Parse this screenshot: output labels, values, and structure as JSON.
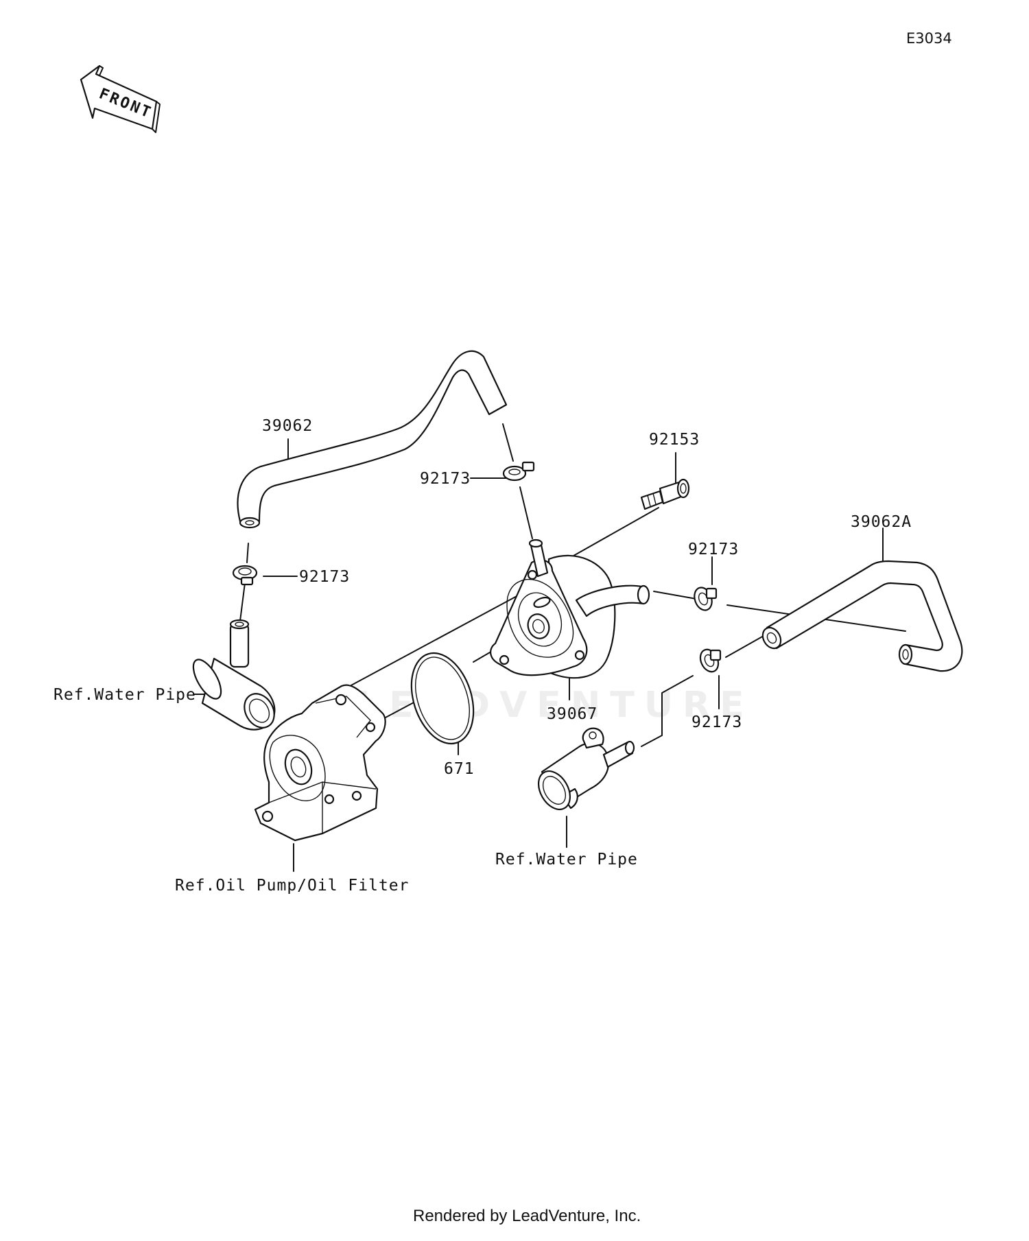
{
  "diagram_code": "E3034",
  "front_label": "FRONT",
  "watermark": "LEADVENTURE",
  "credit": "Rendered by LeadVenture, Inc.",
  "callouts": {
    "hose_upper": "39062",
    "hose_right": "39062A",
    "bolt": "92153",
    "clamp_top": "92173",
    "clamp_left": "92173",
    "clamp_right_upper": "92173",
    "clamp_right_lower": "92173",
    "oil_cooler": "39067",
    "o_ring": "671"
  },
  "references": {
    "water_pipe_left": "Ref.Water Pipe",
    "water_pipe_bottom": "Ref.Water Pipe",
    "oil_pump_filter": "Ref.Oil Pump/Oil Filter"
  }
}
